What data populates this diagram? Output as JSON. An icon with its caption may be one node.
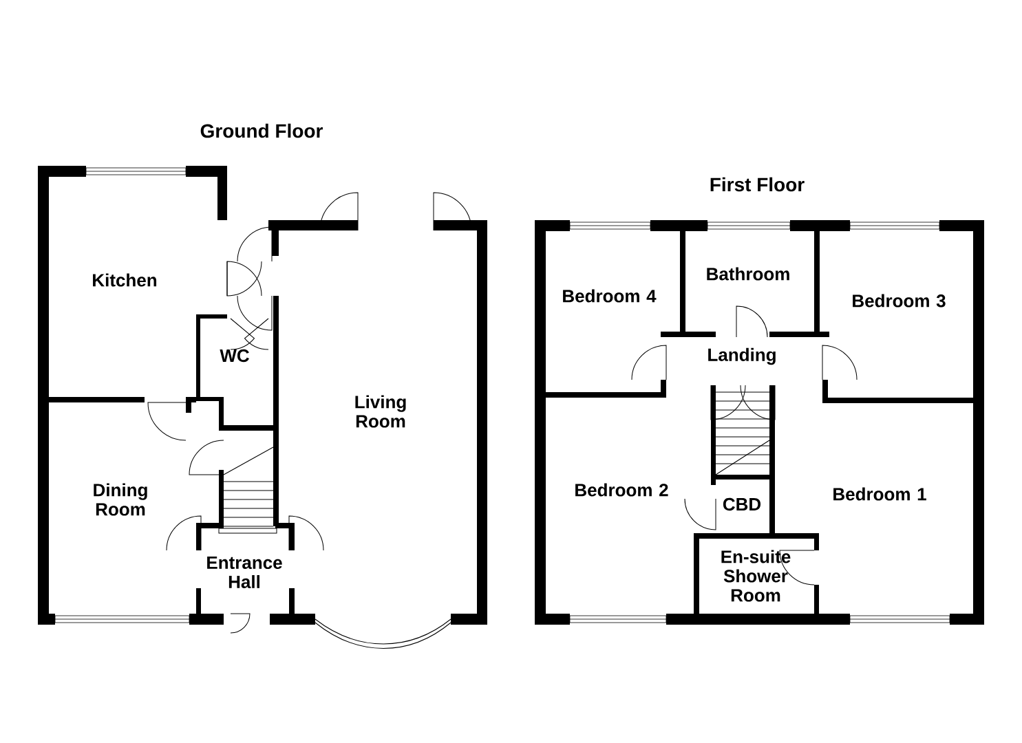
{
  "diagram": {
    "nodes": [
      {
        "text": [
          "Kitchen"
        ]
      },
      {
        "text": [
          "WC"
        ]
      },
      {
        "text": [
          "Dining Room"
        ]
      },
      {
        "text": [
          "Entrance Hall"
        ]
      },
      {
        "text": [
          "Living Room"
        ]
      },
      {
        "text": [
          "Bedroom 4"
        ]
      },
      {
        "text": [
          "Bathroom"
        ]
      },
      {
        "text": [
          "Bedroom 3"
        ]
      },
      {
        "text": [
          "Landing"
        ]
      },
      {
        "text": [
          "Bedroom 2"
        ]
      },
      {
        "text": [
          "CBD"
        ]
      },
      {
        "text": [
          "Bedroom 1"
        ]
      },
      {
        "text": [
          "En-suite Shower Room"
        ]
      }
    ],
    "labels": [
      "Ground Floor",
      "First Floor"
    ]
  }
}
